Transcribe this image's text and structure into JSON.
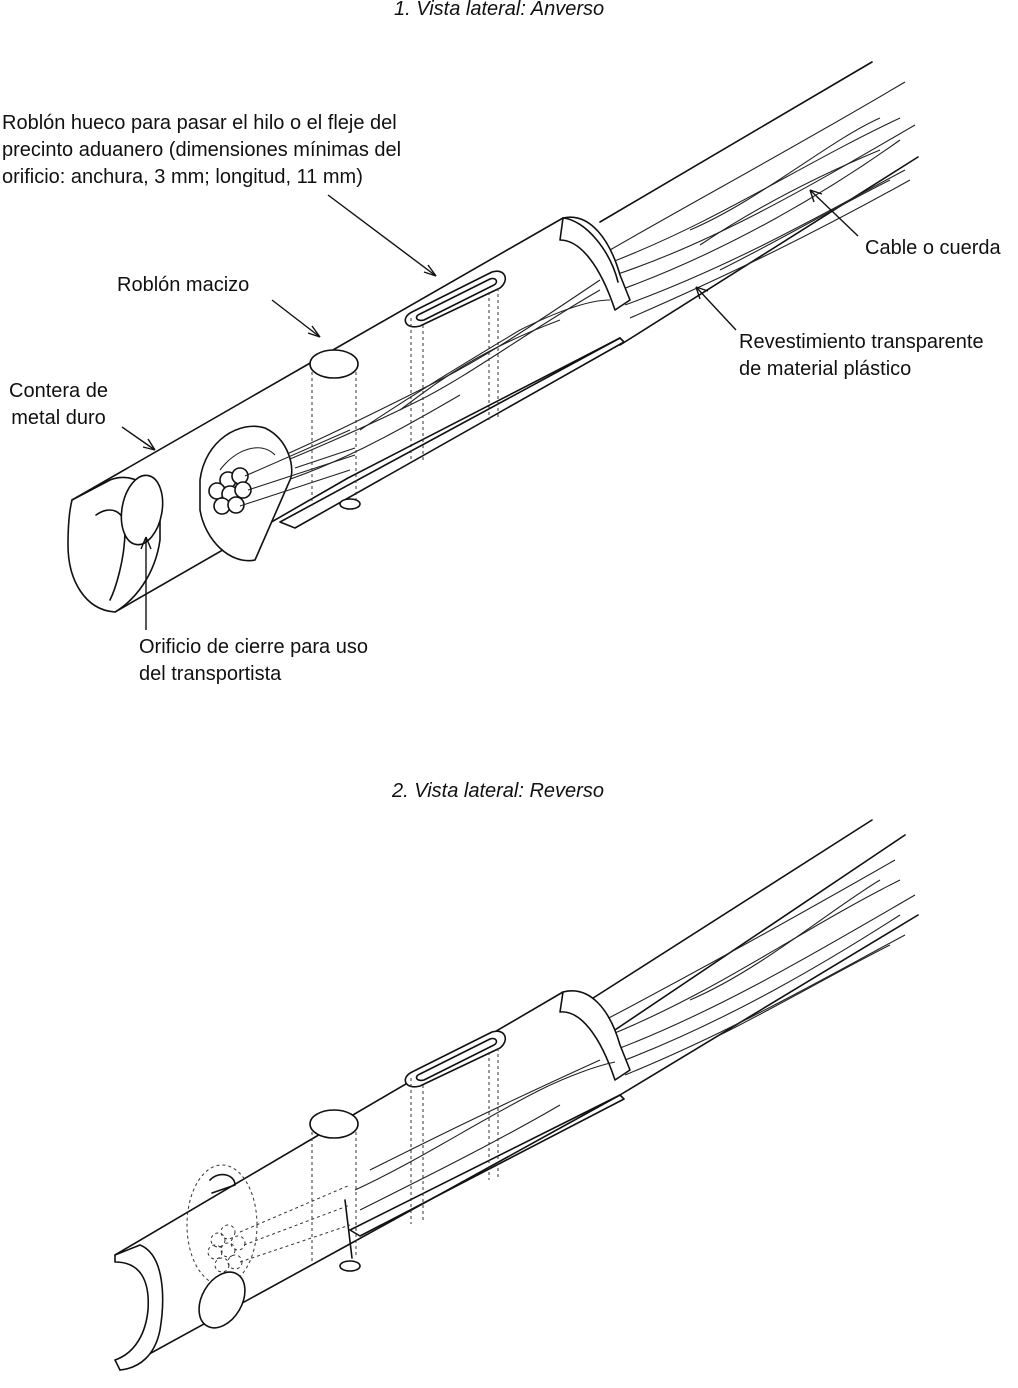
{
  "views": [
    {
      "title": "1. Vista lateral: Anverso",
      "labels": {
        "hollow_rivet": "Roblón hueco para pasar el hilo o el fleje del\nprecinto aduanero (dimensiones mínimas del\norificio: anchura, 3 mm; longitud, 11 mm)",
        "solid_rivet": "Roblón macizo",
        "cable": "Cable o cuerda",
        "sheath": "Revestimiento transparente\nde material plástico",
        "tip": "Contera de\nmetal duro",
        "closure_hole": "Orificio de cierre para uso\ndel transportista"
      }
    },
    {
      "title": "2. Vista lateral: Reverso"
    }
  ]
}
